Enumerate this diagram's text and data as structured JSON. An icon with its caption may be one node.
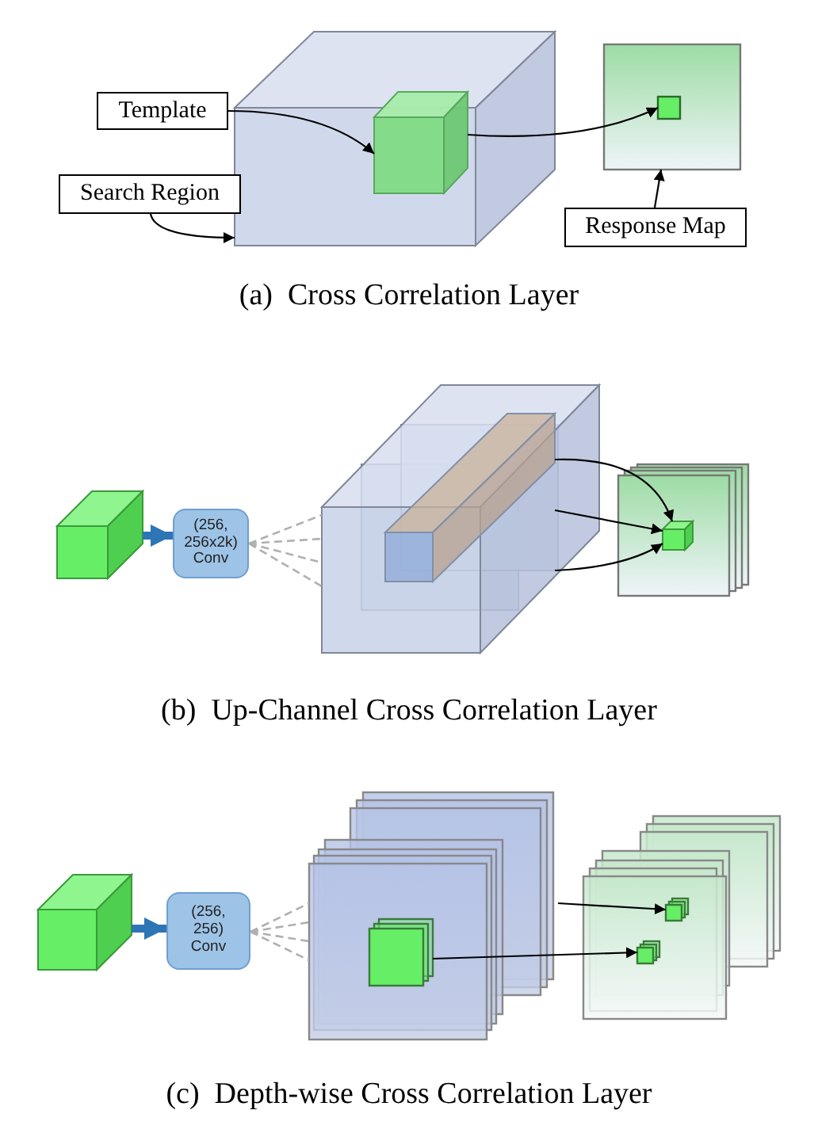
{
  "diagram": {
    "nodes": [
      {
        "text": [
          "Template"
        ]
      },
      {
        "text": [
          "Search Region"
        ]
      },
      {
        "text": [],
        "shape": "cube"
      },
      {
        "text": [],
        "shape": "cube",
        "in": 2
      },
      {
        "text": [],
        "shape": "box"
      },
      {
        "text": [],
        "shape": "box",
        "in": 4
      },
      {
        "text": [
          "Response Map"
        ]
      },
      {
        "text": [],
        "shape": "cube"
      },
      {
        "text": [
          "(256, 256x2k) Conv"
        ]
      },
      {
        "text": [],
        "shape": "cube"
      },
      {
        "text": [],
        "shape": "cube",
        "in": 9
      },
      {
        "text": [],
        "shape": "box"
      },
      {
        "text": [],
        "shape": "cube",
        "in": 11
      },
      {
        "text": [],
        "shape": "cube"
      },
      {
        "text": [
          "(256, 256) Conv"
        ]
      },
      {
        "text": [],
        "shape": "box"
      },
      {
        "text": [],
        "shape": "box",
        "in": 15
      },
      {
        "text": [],
        "shape": "box"
      },
      {
        "text": [],
        "shape": "box",
        "in": 17
      },
      {
        "text": [],
        "shape": "box",
        "in": 17
      }
    ],
    "edges": [
      {
        "from": 0,
        "to": 3,
        "arrow": "to"
      },
      {
        "from": 1,
        "to": 2,
        "arrow": "to"
      },
      {
        "from": 3,
        "to": 5,
        "arrow": "to"
      },
      {
        "from": 6,
        "to": 4,
        "arrow": "to"
      },
      {
        "from": 7,
        "to": 8,
        "arrow": "to",
        "style": "thick",
        "color": "#2e75b6"
      },
      {
        "from": 8,
        "to": 9,
        "arrow": "none",
        "style": "dashed",
        "color": "#b0b0b0"
      },
      {
        "from": 10,
        "to": 12,
        "arrow": "to"
      },
      {
        "from": 10,
        "to": 12,
        "arrow": "to"
      },
      {
        "from": 10,
        "to": 12,
        "arrow": "to"
      },
      {
        "from": 13,
        "to": 14,
        "arrow": "to",
        "style": "thick",
        "color": "#2e75b6"
      },
      {
        "from": 14,
        "to": 15,
        "arrow": "none",
        "style": "dashed",
        "color": "#b0b0b0"
      },
      {
        "from": 16,
        "to": 19,
        "arrow": "to"
      },
      {
        "from": 15,
        "to": 18,
        "arrow": "to"
      }
    ],
    "labels": [
      "(a)  Cross Correlation Layer",
      "(b)  Up-Channel Cross Correlation Layer",
      "(c)  Depth-wise Cross Correlation Layer"
    ]
  }
}
